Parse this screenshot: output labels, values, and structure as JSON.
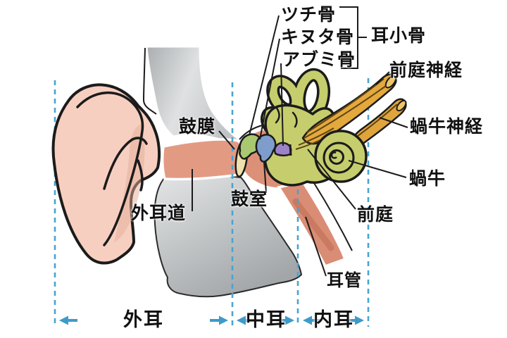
{
  "diagram": {
    "title": "ear anatomy diagram (Japanese)",
    "labels": {
      "malleus": "ツチ骨",
      "incus": "キヌタ骨",
      "stapes": "アブミ骨",
      "ossicles": "耳小骨",
      "vestibular_nerve": "前庭神経",
      "cochlear_nerve": "蝸牛神経",
      "cochlea": "蝸牛",
      "vestibule": "前庭",
      "eardrum": "鼓膜",
      "ear_canal": "外耳道",
      "tympanic_cavity": "鼓室",
      "eustachian_tube": "耳管"
    },
    "regions": [
      {
        "label": "外耳"
      },
      {
        "label": "中耳"
      },
      {
        "label": "内耳"
      }
    ],
    "colors": {
      "pinna": "#f7cfc0",
      "canal_salmon": "#e39a83",
      "inner_ear_green": "#c6cd6d",
      "nerve_orange": "#e3a93d",
      "ossicle_malleus": "#a9c86f",
      "ossicle_incus": "#7e9dcb",
      "ossicle_stapes": "#9c82c6",
      "eardrum": "#efe0ad",
      "boundary_dash": "#49a4cf",
      "arrow_blue": "#3d9bc9",
      "head_gray": "#b9bdbf",
      "text": "#111111"
    }
  }
}
